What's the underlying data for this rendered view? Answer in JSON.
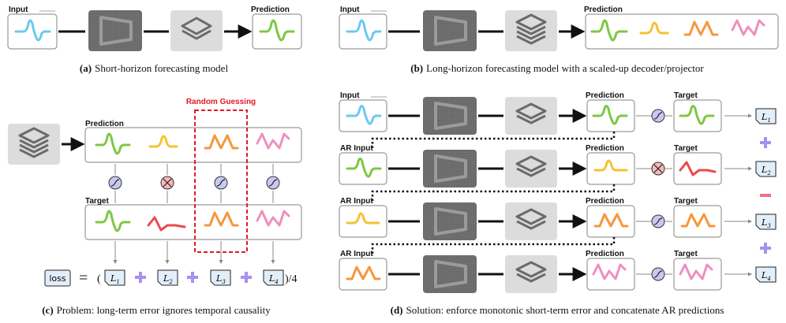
{
  "labels": {
    "input": "Input",
    "ar_input": "AR Input",
    "prediction": "Prediction",
    "target": "Target",
    "random_guessing": "Random Guessing",
    "loss": "loss",
    "l1": "L",
    "l1_sub": "1",
    "l2": "L",
    "l2_sub": "2",
    "l3": "L",
    "l3_sub": "3",
    "l4": "L",
    "l4_sub": "4",
    "equals": "=",
    "open_paren": "(",
    "close_div4": ")/4"
  },
  "captions": {
    "a_tag": "(a)",
    "a_text": "Short-horizon forecasting model",
    "b_tag": "(b)",
    "b_text": "Long-horizon forecasting model with a scaled-up decoder/projector",
    "c_tag": "(c)",
    "c_text": "Problem: long-term error ignores temporal causality",
    "d_tag": "(d)",
    "d_text": "Solution: enforce monotonic short-term error and concatenate AR predictions"
  },
  "colors": {
    "blue": "#6cc8f0",
    "green": "#7dc843",
    "yellow": "#f6c232",
    "orange": "#f5973d",
    "pink": "#ee8fc0",
    "red": "#ea4a4f",
    "box_stroke": "#9a9a9a",
    "encoder_fill": "#6b6b6b",
    "layers_fill": "#dcdcdc",
    "accent_red": "#e01b24",
    "match_fill": "#c8c8f2",
    "mismatch_fill": "#f6b8b8",
    "plus": "#a890f0",
    "minus": "#ef6f8a"
  }
}
